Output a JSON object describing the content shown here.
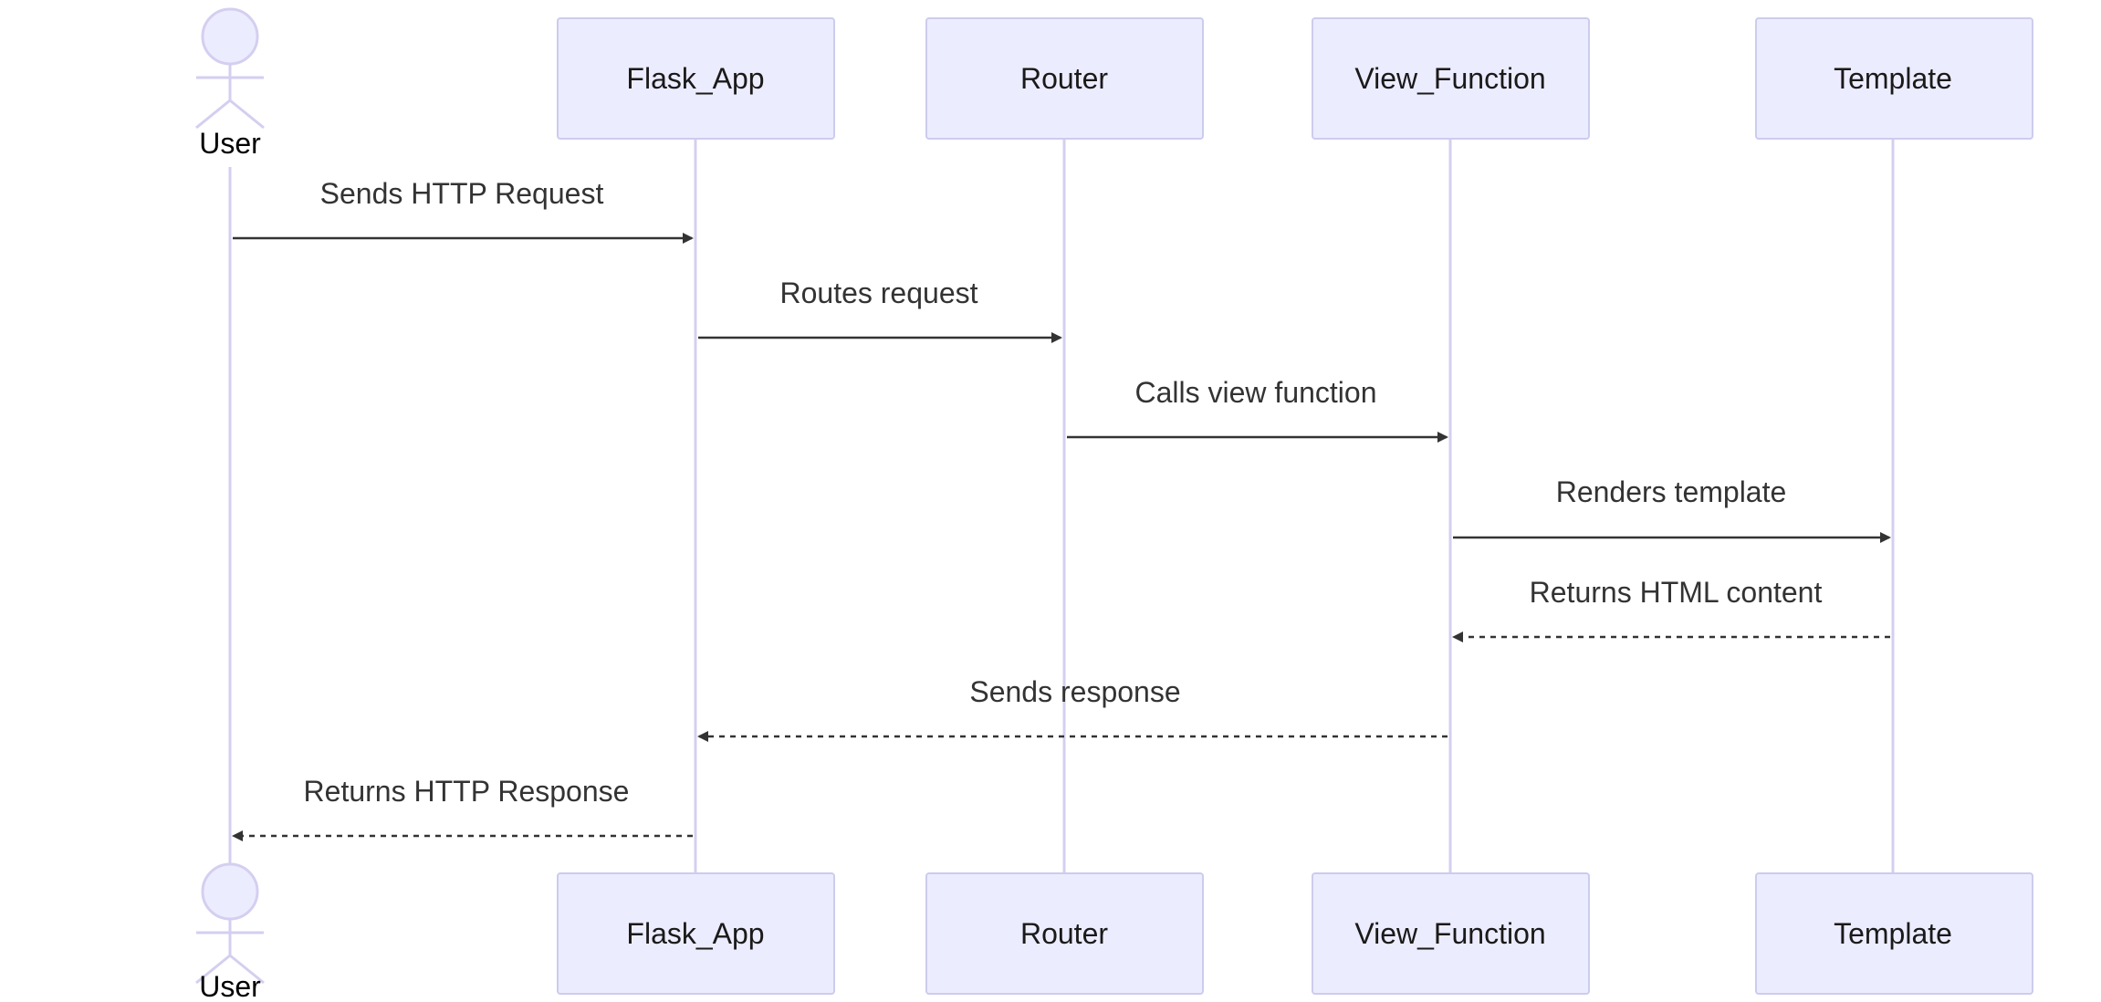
{
  "diagram": {
    "type": "sequence",
    "actor": {
      "label": "User"
    },
    "participants": [
      {
        "id": "Flask_App",
        "label": "Flask_App"
      },
      {
        "id": "Router",
        "label": "Router"
      },
      {
        "id": "View_Function",
        "label": "View_Function"
      },
      {
        "id": "Template",
        "label": "Template"
      }
    ],
    "messages": [
      {
        "from": "User",
        "to": "Flask_App",
        "label": "Sends HTTP Request",
        "style": "solid"
      },
      {
        "from": "Flask_App",
        "to": "Router",
        "label": "Routes request",
        "style": "solid"
      },
      {
        "from": "Router",
        "to": "View_Function",
        "label": "Calls view function",
        "style": "solid"
      },
      {
        "from": "View_Function",
        "to": "Template",
        "label": "Renders template",
        "style": "solid"
      },
      {
        "from": "Template",
        "to": "View_Function",
        "label": "Returns HTML content",
        "style": "dashed"
      },
      {
        "from": "View_Function",
        "to": "Flask_App",
        "label": "Sends response",
        "style": "dashed"
      },
      {
        "from": "Flask_App",
        "to": "User",
        "label": "Returns HTTP Response",
        "style": "dashed"
      }
    ],
    "colors": {
      "box_fill": "#ECECFF",
      "box_stroke": "#CCCCEE",
      "lifeline": "#D4CFF0",
      "message": "#333333"
    }
  }
}
